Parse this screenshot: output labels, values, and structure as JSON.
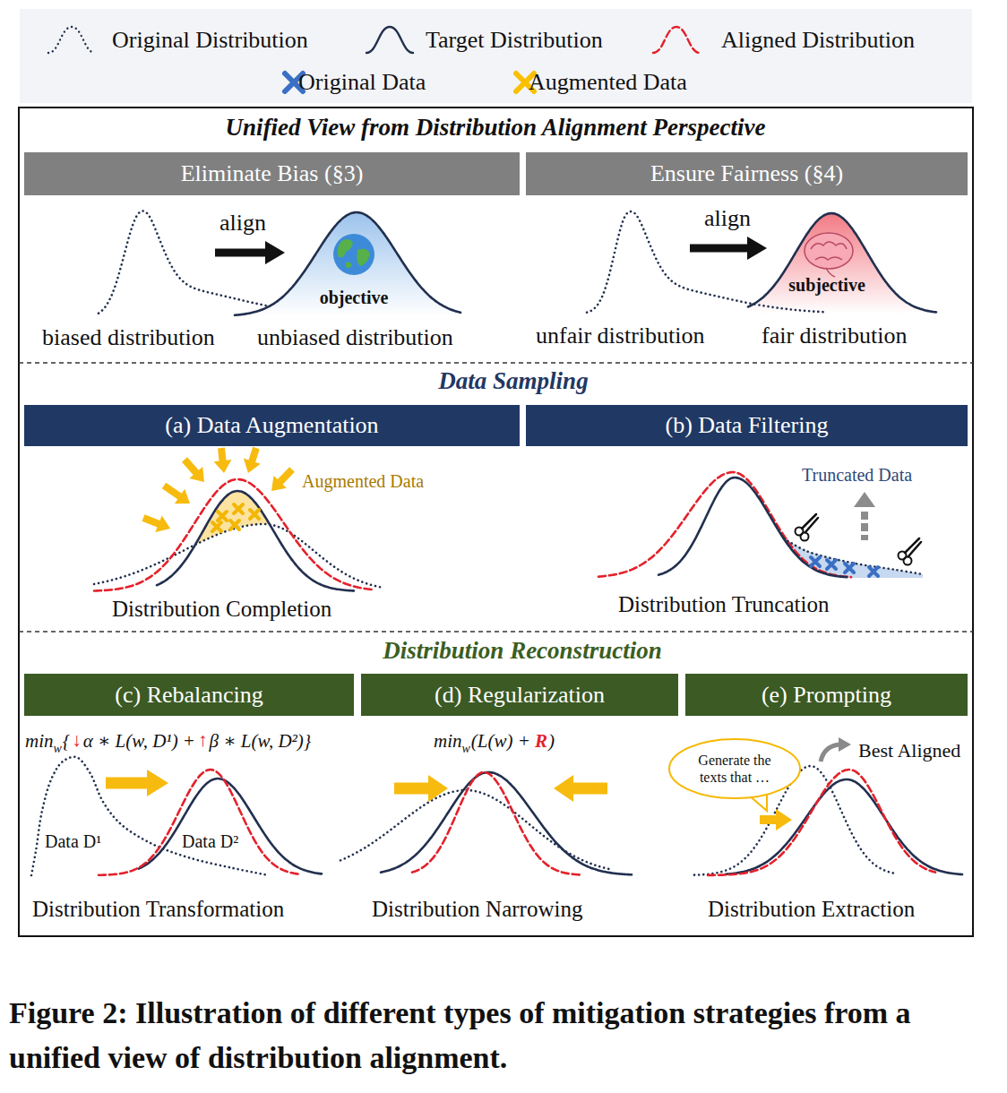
{
  "diagram": {
    "title": "Unified View from Distribution Alignment Perspective",
    "caption": "Figure 2: Illustration of different types of mitigation strategies from a unified view of distribution alignment.",
    "nodes": [
      {
        "text": [
          "Eliminate Bias (§3)"
        ]
      },
      {
        "text": [
          "Ensure Fairness (§4)"
        ]
      },
      {
        "text": [
          "(a) Data Augmentation"
        ]
      },
      {
        "text": [
          "(b) Data Filtering"
        ]
      },
      {
        "text": [
          "(c) Rebalancing"
        ]
      },
      {
        "text": [
          "(d) Regularization"
        ]
      },
      {
        "text": [
          "(e) Prompting"
        ]
      },
      {
        "text": [
          "Generate the texts that …"
        ]
      }
    ],
    "labels": [
      "align",
      "objective",
      "biased distribution",
      "unbiased distribution",
      "align",
      "subjective",
      "unfair distribution",
      "fair distribution",
      "Data Sampling",
      "Augmented Data",
      "Distribution Completion",
      "Truncated Data",
      "Distribution Truncation",
      "Distribution Reconstruction",
      "min",
      "w",
      "{",
      "↓",
      "α ∗ L(w, D¹) +",
      "↑",
      "β ∗ L(w, D²)}",
      "Data D¹",
      "Data D²",
      "Distribution Transformation",
      "min",
      "w",
      "(L(w) +",
      "R",
      ")",
      "Distribution Narrowing",
      "Best Aligned",
      "Distribution Extraction"
    ],
    "legend": [
      {
        "text": "Original Distribution"
      },
      {
        "text": "Target Distribution"
      },
      {
        "text": "Aligned Distribution"
      },
      {
        "text": "Original Data"
      },
      {
        "text": "Augmented Data"
      }
    ]
  }
}
